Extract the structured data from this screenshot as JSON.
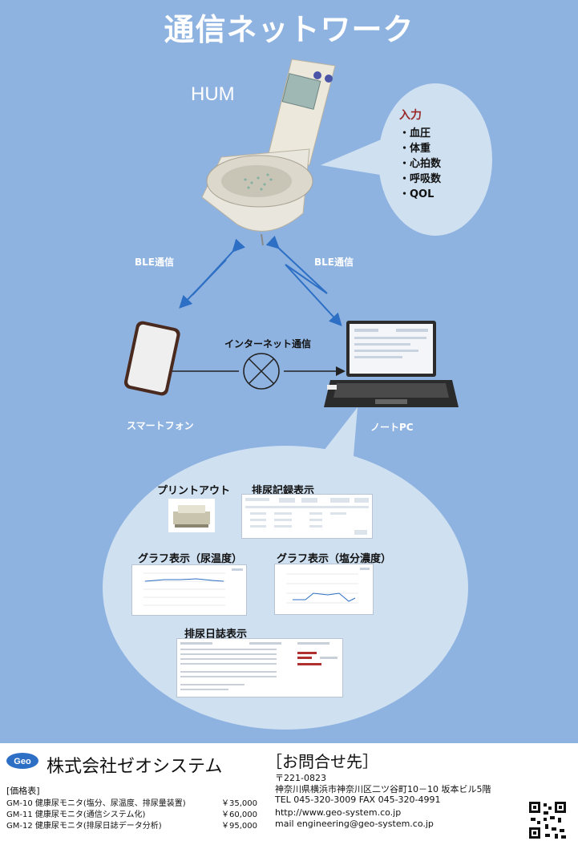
{
  "title": "通信ネットワーク",
  "hum_label": "HUM",
  "ble_left": "BLE通信",
  "ble_right": "BLE通信",
  "input_panel": {
    "title": "入力",
    "items": [
      "・血圧",
      "・体重",
      "・心拍数",
      "・呼吸数",
      "・QOL"
    ]
  },
  "internet_label": "インターネット通信",
  "smartphone_label": "スマートフォン",
  "notepc_label": "ノートPC",
  "printout_label": "プリントアウト",
  "record_label": "排尿記録表示",
  "graph_temp_label": "グラフ表示（尿温度）",
  "graph_salt_label": "グラフ表示（塩分濃度）",
  "diary_label": "排尿日誌表示",
  "logo_text": "Geo",
  "company": "株式会社ゼオシステム",
  "contact_heading": "［お問合せ先］",
  "price_heading": "[価格表]",
  "prices": [
    {
      "model": "GM-10  健康尿モニタ(塩分、尿温度、排尿量装置)",
      "price": "￥35,000"
    },
    {
      "model": "GM-11  健康尿モニタ(通信システム化)",
      "price": "￥60,000"
    },
    {
      "model": "GM-12  健康尿モニタ(排尿日誌データ分析)",
      "price": "￥95,000"
    }
  ],
  "contact": {
    "zip": "〒221-0823",
    "address": "神奈川県横浜市神奈川区二ツ谷町10－10  坂本ビル5階",
    "tel_fax": "TEL 045-320-3009     FAX 045-320-4991",
    "url": "http://www.geo-system.co.jp",
    "mail": "mail    engineering@geo-system.co.jp"
  },
  "colors": {
    "background": "#8fb3e0",
    "arrow": "#2c6fc4",
    "bubble": "#cfe0f1",
    "input_title": "#9a2a2a"
  }
}
